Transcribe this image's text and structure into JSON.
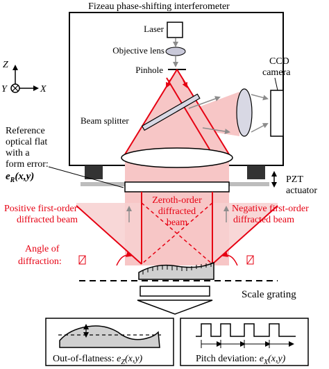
{
  "title": "Fizeau phase-shifting interferometer",
  "labels": {
    "laser": "Laser",
    "objective_lens": "Objective lens",
    "pinhole": "Pinhole",
    "ccd_line1": "CCD",
    "ccd_line2": "camera",
    "beam_splitter": "Beam splitter",
    "reference_line1": "Reference",
    "reference_line2": "optical flat",
    "reference_line3": "with a",
    "reference_line4": "form error:",
    "form_error_symbol": "e",
    "form_error_sub": "R",
    "form_error_args": "(x,y)",
    "pzt_line1": "PZT",
    "pzt_line2": "actuator",
    "positive_line1": "Positive first-order",
    "positive_line2": "diffracted beam",
    "zeroth_line1": "Zeroth-order",
    "zeroth_line2": "diffracted",
    "zeroth_line3": "beam",
    "negative_line1": "Negative first-order",
    "negative_line2": "diffracted beam",
    "angle_line1": "Angle of",
    "angle_line2": "diffraction:",
    "scale_grating": "Scale grating",
    "axis_z": "Z",
    "axis_y": "Y",
    "axis_x": "X",
    "flatness_text": "Out-of-flatness: ",
    "flatness_sym": "e",
    "flatness_sub": "Z",
    "flatness_args": "(x,y)",
    "pitch_text": "Pitch deviation: ",
    "pitch_sym": "e",
    "pitch_sub": "X",
    "pitch_args": "(x,y)"
  },
  "colors": {
    "beam": "#e60012",
    "beam_fill": "#f7c6c6",
    "arrow_gray": "#8c8c8c",
    "dark_gray": "#333333",
    "lens_fill": "#c9c9d9"
  }
}
